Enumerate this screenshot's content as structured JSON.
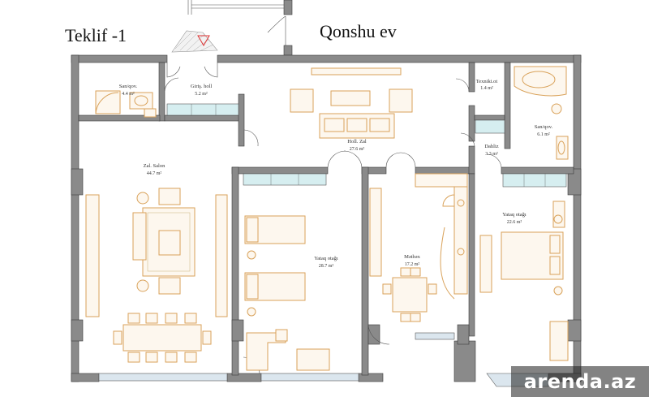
{
  "title": "Teklif -1",
  "neighbor_label": "Qonshu ev",
  "watermark": "arenda.az",
  "rooms": {
    "sanqov1": {
      "name": "San/qov.",
      "area": "4.4 m²"
    },
    "giris": {
      "name": "Giriş. holl",
      "area": "5.2 m²"
    },
    "texniki": {
      "name": "Texniki.ot",
      "area": "1.4 m²"
    },
    "sanqov2": {
      "name": "San/qov.",
      "area": "6.1 m²"
    },
    "dahliz": {
      "name": "Dahliz",
      "area": "3.3 m²"
    },
    "holl": {
      "name": "Holl. Zal",
      "area": "27.6 m²"
    },
    "salon": {
      "name": "Zal. Salon",
      "area": "44.7 m²"
    },
    "yataq1": {
      "name": "Yataq otağı",
      "area": "28.7 m²"
    },
    "metbex": {
      "name": "Mətbəx",
      "area": "17.2 m²"
    },
    "yataq2": {
      "name": "Yataq otağı",
      "area": "22.6 m²"
    }
  },
  "colors": {
    "wall": "#8a8a8a",
    "furniture": "#d9a25a",
    "closet": "#d6eef0",
    "watermark_bg": "#3a3a3a"
  }
}
